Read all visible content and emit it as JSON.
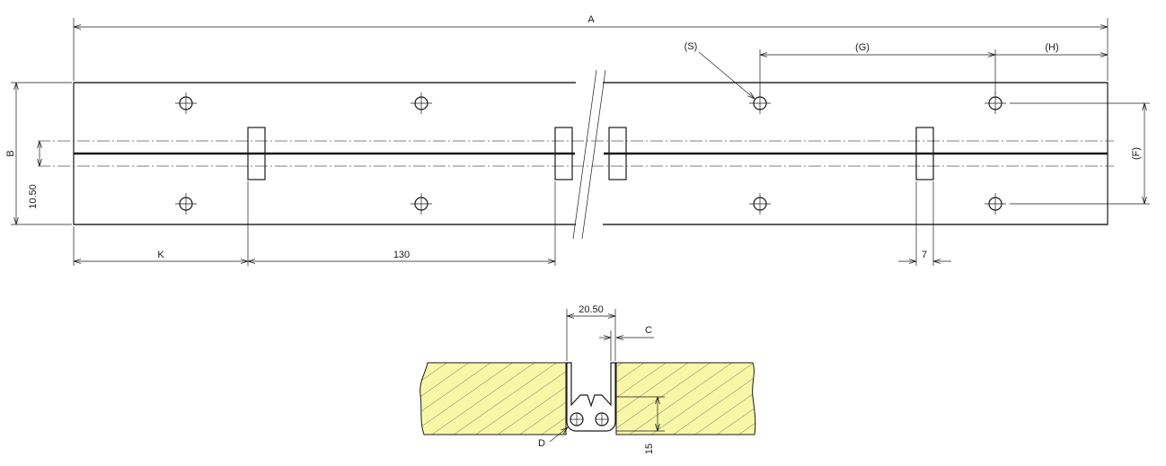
{
  "plan_view": {
    "dim_A": "A",
    "dim_B": "B",
    "dim_S": "(S)",
    "dim_G": "(G)",
    "dim_H": "(H)",
    "dim_F": "(F)",
    "dim_K": "K",
    "dim_130": "130",
    "dim_7": "7",
    "dim_10_50": "10.50"
  },
  "section_view": {
    "dim_20_50": "20.50",
    "dim_C": "C",
    "dim_D": "D",
    "dim_15": "15",
    "wood_color": "#f7f7a8"
  },
  "colors": {
    "line": "#1a1a1a",
    "wood_fill": "#f7f7a8"
  }
}
